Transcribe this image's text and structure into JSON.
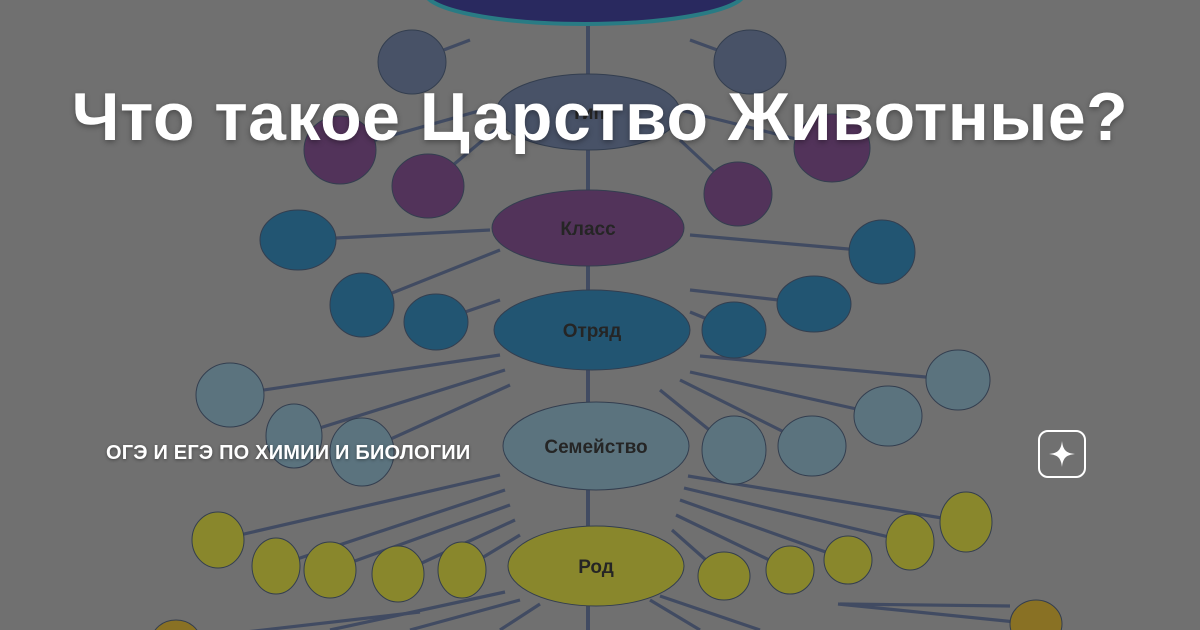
{
  "title": "Что такое Царство Животные?",
  "channel": "ОГЭ И ЕГЭ ПО ХИМИИ И БИОЛОГИИ",
  "diagram": {
    "hidden_label": "Тип",
    "levels": [
      {
        "label": "Класс",
        "color": "#5a2a66"
      },
      {
        "label": "Отряд",
        "color": "#0f5f8c"
      },
      {
        "label": "Семейство",
        "color": "#688e9f"
      },
      {
        "label": "Род",
        "color": "#b0ad1e"
      }
    ],
    "colors": {
      "top": "#1a1a6e",
      "type": "#4a5a7a",
      "class": "#5a2a66",
      "order": "#0f5f8c",
      "family": "#688e9f",
      "genus": "#b0ad1e",
      "species": "#b08a12",
      "line": "#3f4f73"
    }
  },
  "icons": {
    "logo": "sparkle-star-icon"
  }
}
